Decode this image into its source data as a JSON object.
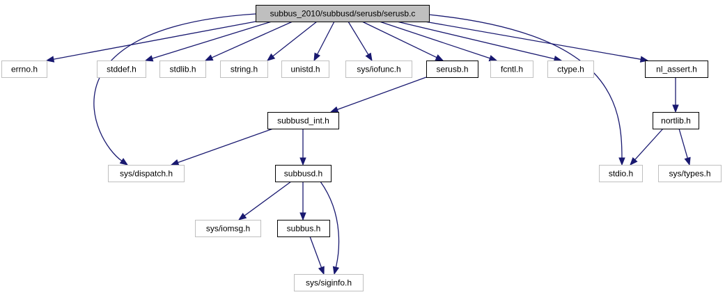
{
  "colors": {
    "root_fill": "#bfbfbf",
    "documented_border": "#000000",
    "external_border": "#bfbfbf",
    "edge": "#191970",
    "background": "#ffffff"
  },
  "nodes": [
    {
      "id": "serusb_c",
      "label": "subbus_2010/subbusd/serusb/serusb.c",
      "kind": "root"
    },
    {
      "id": "errno_h",
      "label": "errno.h",
      "kind": "external"
    },
    {
      "id": "stddef_h",
      "label": "stddef.h",
      "kind": "external"
    },
    {
      "id": "stdlib_h",
      "label": "stdlib.h",
      "kind": "external"
    },
    {
      "id": "string_h",
      "label": "string.h",
      "kind": "external"
    },
    {
      "id": "unistd_h",
      "label": "unistd.h",
      "kind": "external"
    },
    {
      "id": "sys_iofunc_h",
      "label": "sys/iofunc.h",
      "kind": "external"
    },
    {
      "id": "serusb_h",
      "label": "serusb.h",
      "kind": "documented"
    },
    {
      "id": "fcntl_h",
      "label": "fcntl.h",
      "kind": "external"
    },
    {
      "id": "ctype_h",
      "label": "ctype.h",
      "kind": "external"
    },
    {
      "id": "nl_assert_h",
      "label": "nl_assert.h",
      "kind": "documented"
    },
    {
      "id": "subbusd_int_h",
      "label": "subbusd_int.h",
      "kind": "documented"
    },
    {
      "id": "nortlib_h",
      "label": "nortlib.h",
      "kind": "documented"
    },
    {
      "id": "sys_dispatch_h",
      "label": "sys/dispatch.h",
      "kind": "external"
    },
    {
      "id": "subbusd_h",
      "label": "subbusd.h",
      "kind": "documented"
    },
    {
      "id": "stdio_h",
      "label": "stdio.h",
      "kind": "external"
    },
    {
      "id": "sys_types_h",
      "label": "sys/types.h",
      "kind": "external"
    },
    {
      "id": "sys_iomsg_h",
      "label": "sys/iomsg.h",
      "kind": "external"
    },
    {
      "id": "subbus_h",
      "label": "subbus.h",
      "kind": "documented"
    },
    {
      "id": "sys_siginfo_h",
      "label": "sys/siginfo.h",
      "kind": "external"
    }
  ],
  "edges": [
    {
      "from": "serusb_c",
      "to": "errno_h"
    },
    {
      "from": "serusb_c",
      "to": "stddef_h"
    },
    {
      "from": "serusb_c",
      "to": "stdlib_h"
    },
    {
      "from": "serusb_c",
      "to": "string_h"
    },
    {
      "from": "serusb_c",
      "to": "unistd_h"
    },
    {
      "from": "serusb_c",
      "to": "sys_iofunc_h"
    },
    {
      "from": "serusb_c",
      "to": "serusb_h"
    },
    {
      "from": "serusb_c",
      "to": "fcntl_h"
    },
    {
      "from": "serusb_c",
      "to": "ctype_h"
    },
    {
      "from": "serusb_c",
      "to": "nl_assert_h"
    },
    {
      "from": "serusb_c",
      "to": "sys_dispatch_h"
    },
    {
      "from": "serusb_c",
      "to": "stdio_h"
    },
    {
      "from": "serusb_h",
      "to": "subbusd_int_h"
    },
    {
      "from": "subbusd_int_h",
      "to": "sys_dispatch_h"
    },
    {
      "from": "subbusd_int_h",
      "to": "subbusd_h"
    },
    {
      "from": "subbusd_h",
      "to": "sys_iomsg_h"
    },
    {
      "from": "subbusd_h",
      "to": "subbus_h"
    },
    {
      "from": "subbusd_h",
      "to": "sys_siginfo_h"
    },
    {
      "from": "subbus_h",
      "to": "sys_siginfo_h"
    },
    {
      "from": "nl_assert_h",
      "to": "nortlib_h"
    },
    {
      "from": "nortlib_h",
      "to": "stdio_h"
    },
    {
      "from": "nortlib_h",
      "to": "sys_types_h"
    }
  ]
}
